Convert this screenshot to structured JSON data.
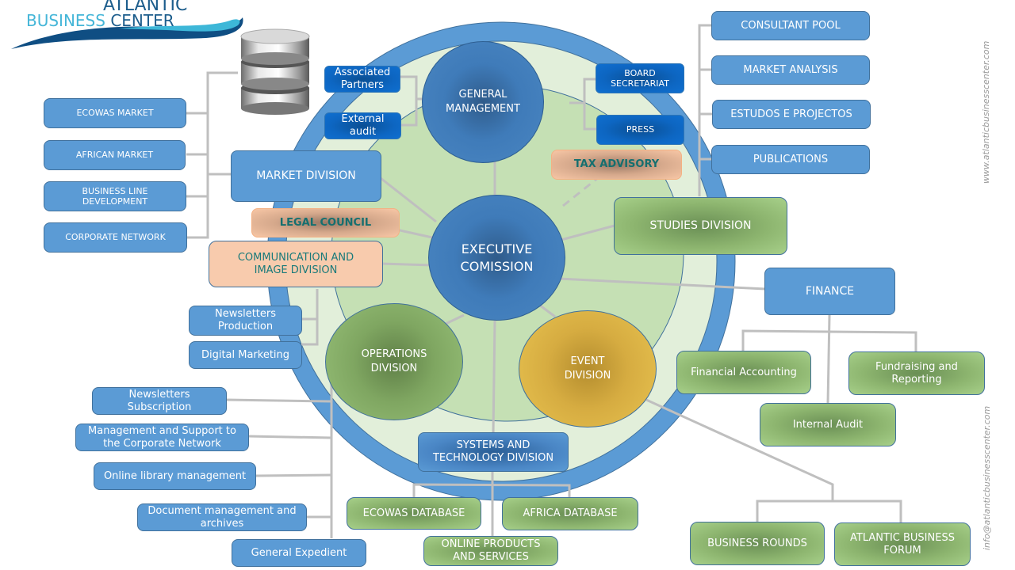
{
  "logo": {
    "line1": "ATLANTIC",
    "line2a": "BUSINESS",
    "line2b": "CENTER"
  },
  "watermarks": {
    "website": "www.atlanticbusinesscenter.com",
    "email": "info@atlanticbusinesscenter.com"
  },
  "center": {
    "executive": "EXECUTIVE\nCOMISSION",
    "general_management": "GENERAL\nMANAGEMENT",
    "operations": "OPERATIONS\nDIVISION",
    "event": "EVENT\nDIVISION"
  },
  "general_management_units": {
    "associated_partners": "Associated\nPartners",
    "external_audit": "External\naudit",
    "board_secretariat": "BOARD\nSECRETARIAT",
    "press": "PRESS",
    "tax_advisory": "TAX ADVISORY"
  },
  "market": {
    "division": "MARKET DIVISION",
    "items": [
      "ECOWAS MARKET",
      "AFRICAN MARKET",
      "BUSINESS LINE\nDEVELOPMENT",
      "CORPORATE NETWORK"
    ]
  },
  "legal_council": "LEGAL COUNCIL",
  "communication": {
    "division": "COMMUNICATION AND\nIMAGE DIVISION",
    "items": [
      "Newsletters\nProduction",
      "Digital Marketing"
    ]
  },
  "studies": {
    "division": "STUDIES DIVISION",
    "items": [
      "CONSULTANT POOL",
      "MARKET ANALYSIS",
      "ESTUDOS E PROJECTOS",
      "PUBLICATIONS"
    ]
  },
  "finance": {
    "division": "FINANCE",
    "items": [
      "Financial Accounting",
      "Fundraising and\nReporting",
      "Internal Audit"
    ]
  },
  "operations_items": [
    "Newsletters\nSubscription",
    "Management and Support to\nthe Corporate Network",
    "Online library management",
    "Document management and\narchives",
    "General Expedient"
  ],
  "systems": {
    "division": "SYSTEMS AND\nTECHNOLOGY DIVISION",
    "items": [
      "ECOWAS DATABASE",
      "AFRICA DATABASE",
      "ONLINE PRODUCTS\nAND SERVICES"
    ]
  },
  "events_items": [
    "BUSINESS ROUNDS",
    "ATLANTIC BUSINESS\nFORUM"
  ],
  "colors": {
    "box_blue": "#5b9bd5",
    "box_dark_blue": "#0d66c2",
    "box_green": "#8db56f",
    "box_peach": "#f8cbad",
    "ring_blue": "#5b9bd5",
    "ring_light": "#e2efda",
    "inner_green": "#c5e0b4",
    "event_yellow": "#e8c350",
    "connector_gray": "#bfbfbf",
    "peach_text": "#1a7a7a"
  }
}
